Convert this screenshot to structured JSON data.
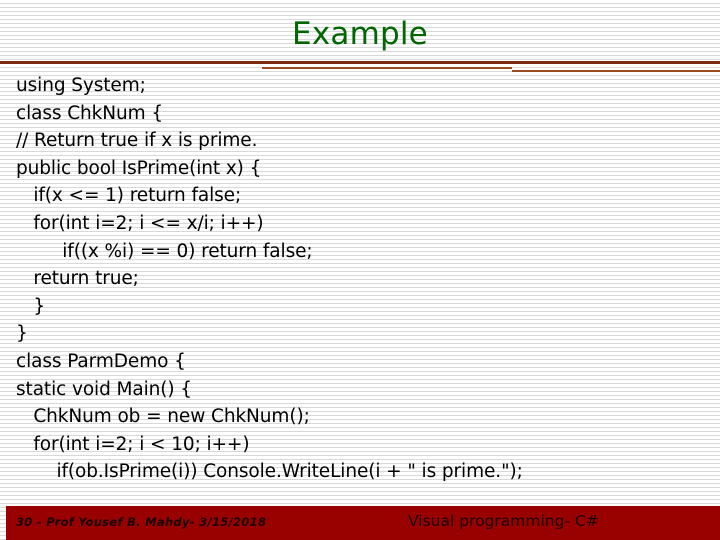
{
  "slide": {
    "title": "Example",
    "title_color": "#006600",
    "background_color": "#ffffff",
    "rule_color": "#7b2b12",
    "rule_accent_color": "#9c4a22"
  },
  "code": {
    "language": "C#",
    "lines": [
      "using System;",
      "class ChkNum {",
      "// Return true if x is prime.",
      "public bool IsPrime(int x) {",
      "   if(x <= 1) return false;",
      "   for(int i=2; i <= x/i; i++)",
      "        if((x %i) == 0) return false;",
      "   return true;",
      "   }",
      "}",
      "class ParmDemo {",
      "static void Main() {",
      "   ChkNum ob = new ChkNum();",
      "   for(int i=2; i < 10; i++)",
      "       if(ob.IsPrime(i)) Console.WriteLine(i + \" is prime.\");"
    ]
  },
  "footer": {
    "background_color": "#990000",
    "text_color": "#1a0000",
    "left_text": "30 - Prof  Yousef  B. Mahdy- 3/15/2018",
    "right_text": "Visual programming- C#"
  }
}
